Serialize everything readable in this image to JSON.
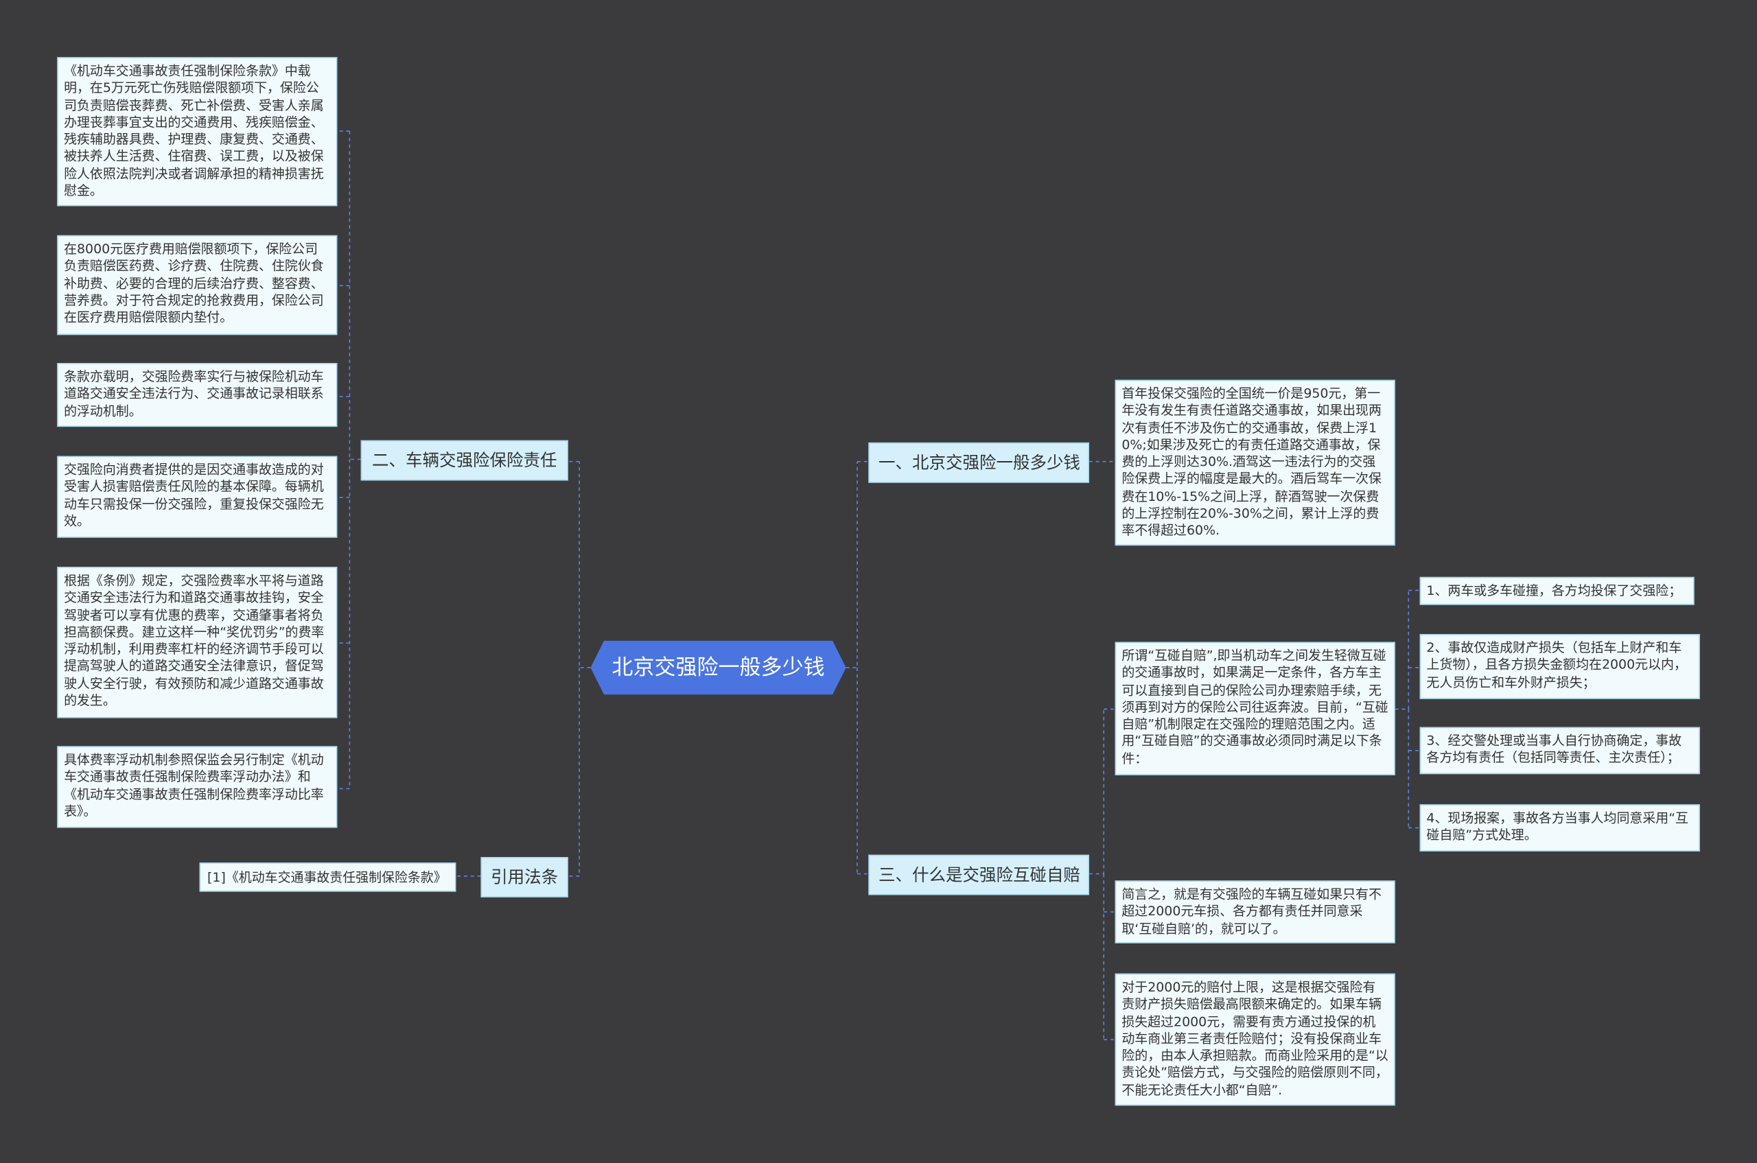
{
  "root": {
    "label": "北京交强险一般多少钱"
  },
  "branches": {
    "b1": {
      "label": "一、北京交强险一般多少钱"
    },
    "b2": {
      "label": "二、车辆交强险保险责任"
    },
    "b3": {
      "label": "三、什么是交强险互碰自赔"
    },
    "b4": {
      "label": "引用法条"
    }
  },
  "leaves": {
    "b2_1": "《机动车交通事故责任强制保险条款》中载明，在5万元死亡伤残赔偿限额项下，保险公司负责赔偿丧葬费、死亡补偿费、受害人亲属办理丧葬事宜支出的交通费用、残疾赔偿金、残疾辅助器具费、护理费、康复费、交通费、被扶养人生活费、住宿费、误工费，以及被保险人依照法院判决或者调解承担的精神损害抚慰金。",
    "b2_2": "在8000元医疗费用赔偿限额项下，保险公司负责赔偿医药费、诊疗费、住院费、住院伙食补助费、必要的合理的后续治疗费、整容费、营养费。对于符合规定的抢救费用，保险公司在医疗费用赔偿限额内垫付。",
    "b2_3": "条款亦载明，交强险费率实行与被保险机动车道路交通安全违法行为、交通事故记录相联系的浮动机制。",
    "b2_4": "交强险向消费者提供的是因交通事故造成的对受害人损害赔偿责任风险的基本保障。每辆机动车只需投保一份交强险，重复投保交强险无效。",
    "b2_5": "根据《条例》规定，交强险费率水平将与道路交通安全违法行为和道路交通事故挂钩，安全驾驶者可以享有优惠的费率，交通肇事者将负担高额保费。建立这样一种“奖优罚劣”的费率浮动机制，利用费率杠杆的经济调节手段可以提高驾驶人的道路交通安全法律意识，督促驾驶人安全行驶，有效预防和减少道路交通事故的发生。",
    "b2_6": "具体费率浮动机制参照保监会另行制定《机动车交通事故责任强制保险费率浮动办法》和《机动车交通事故责任强制保险费率浮动比率表》。",
    "b4_1": "[1]《机动车交通事故责任强制保险条款》",
    "b1_1": "首年投保交强险的全国统一价是950元，第一年没有发生有责任道路交通事故，如果出现两次有责任不涉及伤亡的交通事故，保费上浮10%;如果涉及死亡的有责任道路交通事故，保费的上浮则达30%.酒驾这一违法行为的交强险保费上浮的幅度是最大的。酒后驾车一次保费在10%-15%之间上浮，醉酒驾驶一次保费的上浮控制在20%-30%之间，累计上浮的费率不得超过60%.",
    "b3_1": "所谓“互碰自赔”,即当机动车之间发生轻微互碰的交通事故时，如果满足一定条件，各方车主可以直接到自己的保险公司办理索赔手续，无须再到对方的保险公司往返奔波。目前，“互碰自赔”机制限定在交强险的理赔范围之内。适用“互碰自赔”的交通事故必须同时满足以下条件：",
    "b3_1_1": "1、两车或多车碰撞，各方均投保了交强险；",
    "b3_1_2": "2、事故仅造成财产损失（包括车上财产和车上货物），且各方损失金额均在2000元以内，无人员伤亡和车外财产损失；",
    "b3_1_3": "3、经交警处理或当事人自行协商确定，事故各方均有责任（包括同等责任、主次责任）；",
    "b3_1_4": "4、现场报案，事故各方当事人均同意采用“互碰自赔”方式处理。",
    "b3_2": "简言之，就是有交强险的车辆互碰如果只有不超过2000元车损、各方都有责任并同意采取‘互碰自赔’的，就可以了。",
    "b3_3": "对于2000元的赔付上限，这是根据交强险有责财产损失赔偿最高限额来确定的。如果车辆损失超过2000元，需要有责方通过投保的机动车商业第三者责任险赔付；没有投保商业车险的，由本人承担赔款。而商业险采用的是“以责论处”赔偿方式，与交强险的赔偿原则不同，不能无论责任大小都“自赔”."
  },
  "colors": {
    "background": "#3b3b3e",
    "root_fill": "#4a74e0",
    "branch_fill": "#d5f0fb",
    "leaf_fill": "#f1fafd",
    "connector": "#5b82e6"
  }
}
